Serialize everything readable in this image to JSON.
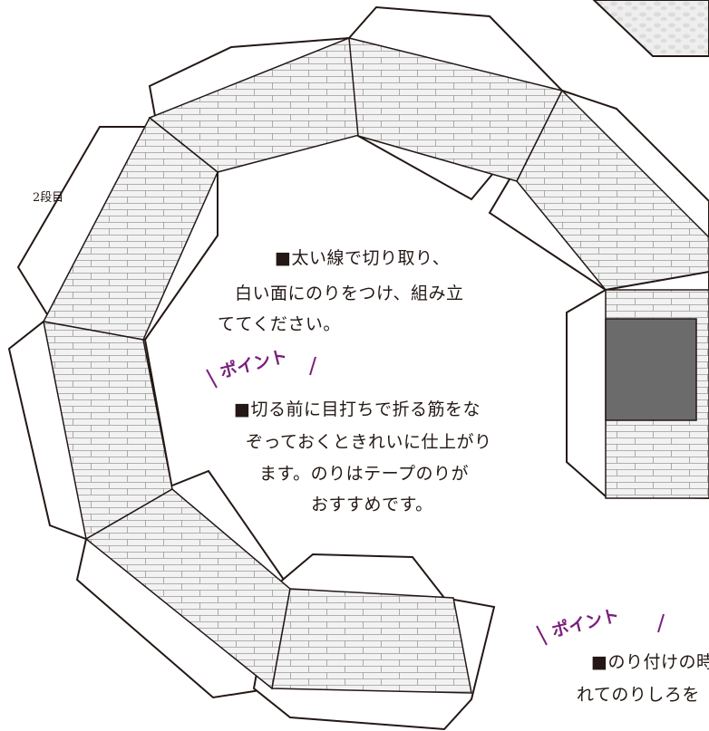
{
  "label_tier": "2段目",
  "instruction_main": {
    "line1": "■太い線で切り取り、",
    "line2": "白い面にのりをつけ、組み立",
    "line3": "ててください。"
  },
  "point1": {
    "heading": "ポイント",
    "line1": "■切る前に目打ちで折る筋をな",
    "line2": "ぞっておくときれいに仕上がり",
    "line3": "ます。のりはテープのりが",
    "line4": "おすすめです。"
  },
  "point2": {
    "heading": "ポイント",
    "line1": "■のり付けの時",
    "line2": "れてのりしろを"
  },
  "colors": {
    "outline": "#231815",
    "brick_fill": "#f2f2f2",
    "brick_line": "#9a9a9a",
    "window": "#6b6b6b",
    "accent": "#7a1f7c"
  }
}
